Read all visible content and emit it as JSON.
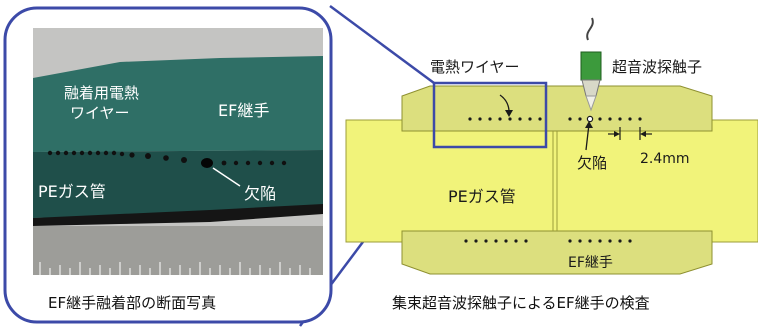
{
  "photo": {
    "caption": "EF継手融着部の断面写真",
    "wire_label": [
      "融着用電熱",
      "ワイヤー"
    ],
    "coupling_label": "EF継手",
    "pipe_label": "PEガス管",
    "defect_label": "欠陥"
  },
  "diagram": {
    "caption": "集束超音波探触子によるEF継手の検査",
    "wire_label": "電熱ワイヤー",
    "probe_label": "超音波探触子",
    "defect_label": "欠陥",
    "dimension_label": "2.4mm",
    "pipe_label": "PEガス管",
    "coupling_label": "EF継手"
  },
  "colors": {
    "frame_blue": "#3c4aa8",
    "pipe_yellow": "#f1f37a",
    "coupling_yellow": "#dcdf7e",
    "probe_green": "#3c9a3c",
    "photo_teal": "#2f6f66"
  }
}
